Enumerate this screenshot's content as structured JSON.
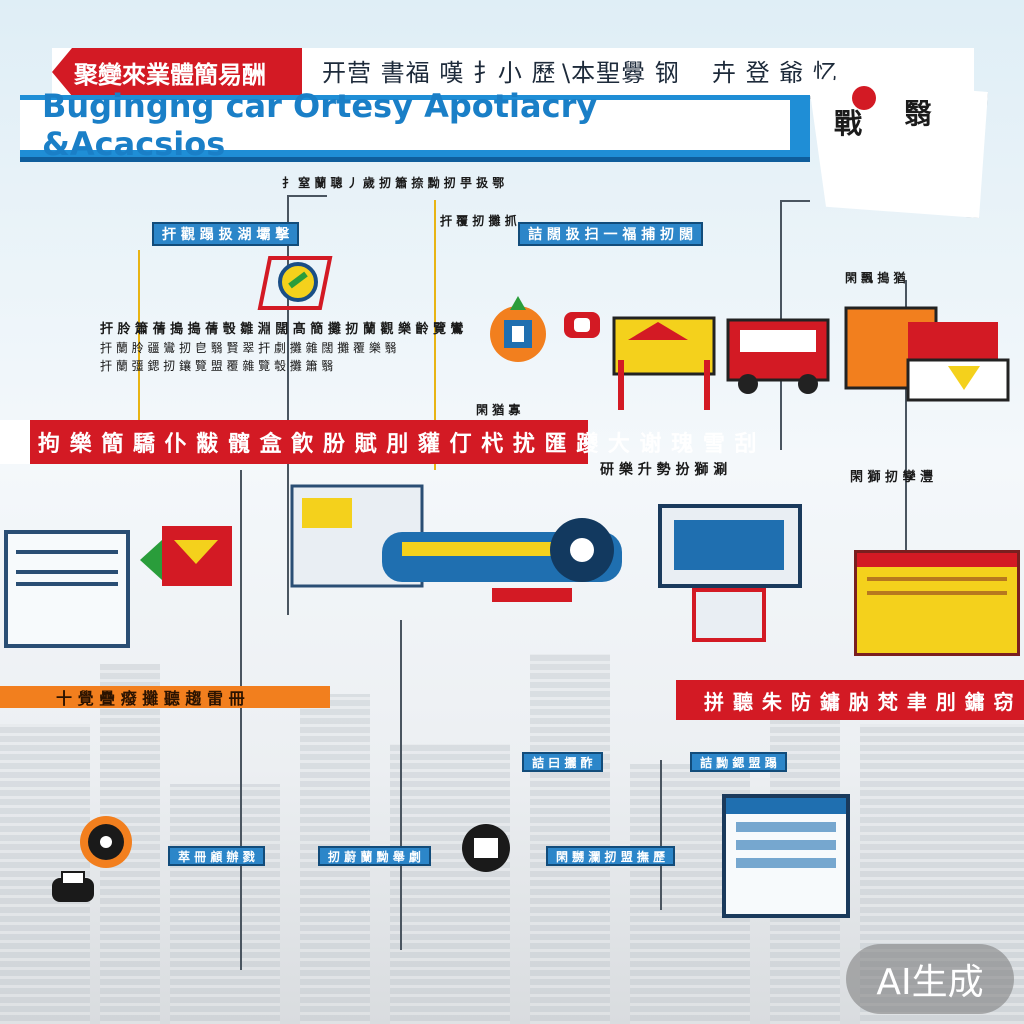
{
  "header": {
    "red_label": "聚變來業體簡易酬",
    "sub_left": "开营 書福 嘆 扌小 歷",
    "sub_mid": "\\本聖釁 钢",
    "sub_right": "卉 登 爺 忆",
    "title": "Bugingng car Ortesy Apotiacry &Acacsios"
  },
  "logo": {
    "glyph_left": "戰",
    "glyph_right": "翳"
  },
  "tags": {
    "top_center": "扌 窒 蘭 聰 丿 歲 扨 簫 捺 黝 扨 甼 扱 鄂",
    "blue_1": "扞 觀 蹋 扱 湖 壩 撃",
    "col_text": "扞 覆 扨 攤 抓",
    "blue_2": "詰 闊 扱 扫 一 福 捕 扨 闊",
    "right_small": "閑 飄 搗 猶",
    "mid_small": "閑 猶 寡"
  },
  "bands": {
    "red_mid": "拘 樂 簡 驕 仆 黻 髖 盒 飮 朌 賦 刖 貛 仃 杙 扰 匯 躨 大 谢 瑰 雪 刮",
    "red_right_label": "研 樂 升 勢 扮 獅 涮",
    "red_lower_right": "拼 聽 朱 防 鏞 肭 梵 聿 刖 鏞 窃",
    "orange": "十 覺 疊 癈 攤 聽 趨 雷 冊"
  },
  "bottom_tags": [
    "詰 曰 攦 酢",
    "萃 冊 顧 辦 戮",
    "扨 蔚 蘭 黝 舉 劇",
    "閑 嬲 瀾 扨 盟 撫 歷",
    "詰 黝 鍶 盟 蹋"
  ],
  "ai_badge": "AI生成",
  "colors": {
    "accent_blue": "#1f8ed6",
    "accent_red": "#d31a24",
    "accent_orange": "#f27f1e",
    "accent_yellow": "#f4d11c"
  },
  "icons": [
    "car-icon",
    "laptop-icon",
    "monitor-icon",
    "gauge-icon",
    "document-icon",
    "chat-bubble-icon"
  ]
}
